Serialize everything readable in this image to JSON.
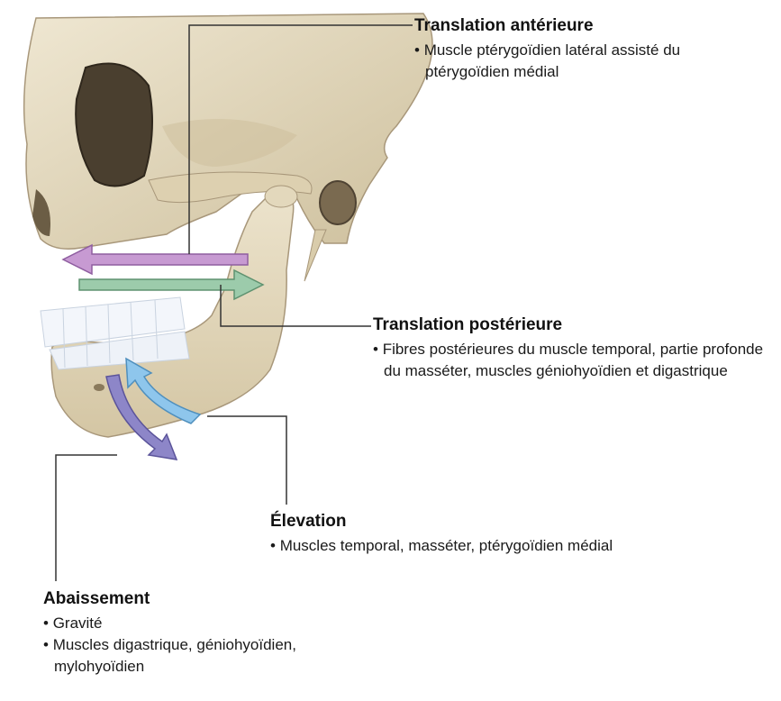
{
  "annotations": {
    "anterior": {
      "title": "Translation antérieure",
      "bullets": [
        "Muscle ptérygoïdien latéral assisté du ptérygoïdien médial"
      ]
    },
    "posterior": {
      "title": "Translation postérieure",
      "bullets": [
        "Fibres postérieures du muscle temporal, partie profonde du masséter, muscles géniohyoïdien et digastrique"
      ]
    },
    "elevation": {
      "title": "Élevation",
      "bullets": [
        "Muscles temporal, masséter, ptérygoïdien médial"
      ]
    },
    "depression": {
      "title": "Abaissement",
      "bullets": [
        "Gravité",
        "Muscles digastrique, géniohyoïdien, mylohyoïdien"
      ]
    }
  },
  "colors": {
    "bone": "#e6dcc2",
    "bone_shadow": "#b9aa86",
    "teeth": "#f3f6fb",
    "arrow_anterior": "#c79ad2",
    "arrow_posterior": "#9ccbab",
    "arrow_elevation": "#8ec6ec",
    "arrow_depression": "#8d86c8",
    "leader_line": "#333333"
  }
}
